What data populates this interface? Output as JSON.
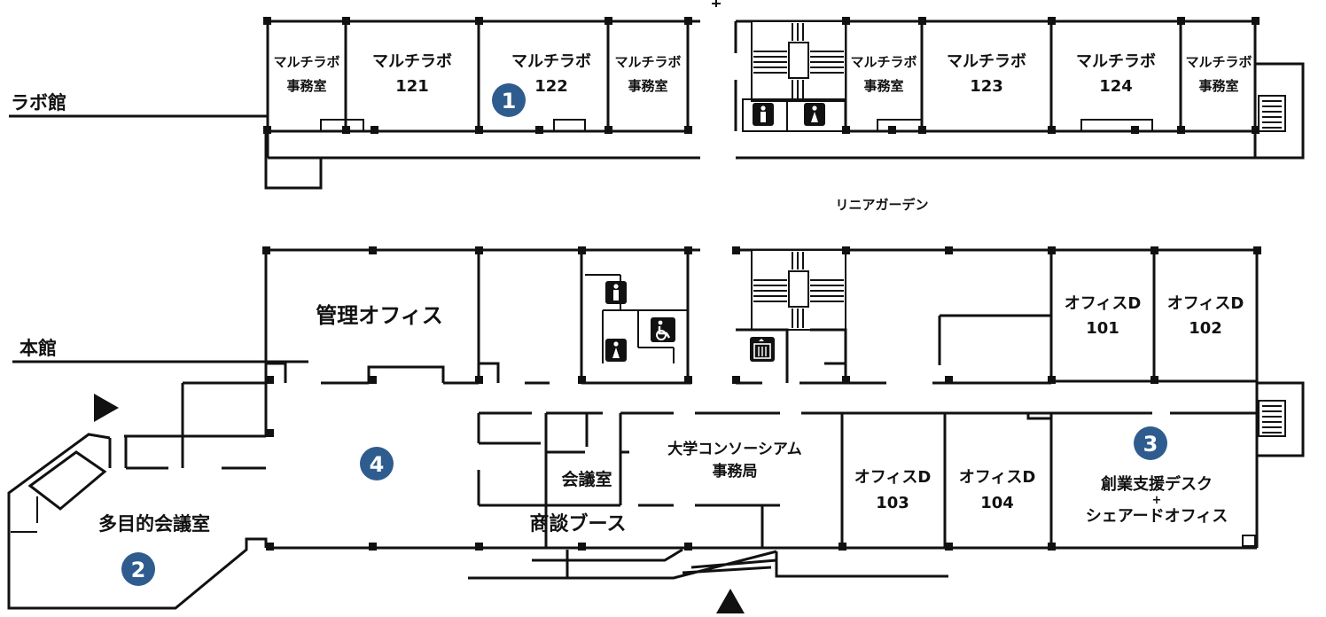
{
  "colors": {
    "lab_fill": "#f9eba6",
    "office_fill": "#f7d506",
    "badge": "#2f5c8e",
    "wall": "#111111"
  },
  "buildings": {
    "lab": "ラボ館",
    "main": "本館"
  },
  "courtyard": "リニアガーデン",
  "lab_rooms": {
    "office_left": [
      "マルチラボ",
      "事務室"
    ],
    "r121": [
      "マルチラボ",
      "121"
    ],
    "r122": [
      "マルチラボ",
      "122"
    ],
    "office_mid": [
      "マルチラボ",
      "事務室"
    ],
    "office_right1": [
      "マルチラボ",
      "事務室"
    ],
    "r123": [
      "マルチラボ",
      "123"
    ],
    "r124": [
      "マルチラボ",
      "124"
    ],
    "office_right2": [
      "マルチラボ",
      "事務室"
    ]
  },
  "main_rooms": {
    "management": "管理オフィス",
    "d101": [
      "オフィスD",
      "101"
    ],
    "d102": [
      "オフィスD",
      "102"
    ],
    "d103": [
      "オフィスD",
      "103"
    ],
    "d104": [
      "オフィスD",
      "104"
    ],
    "conference": "会議室",
    "consortium": [
      "大学コンソーシアム",
      "事務局"
    ],
    "business_booth": "商談ブース",
    "startup": [
      "創業支援デスク",
      "+",
      "シェアードオフィス"
    ],
    "multipurpose": "多目的会議室"
  },
  "markers": [
    "1",
    "2",
    "3",
    "4"
  ],
  "icons": {
    "toilet": "toilet-icon",
    "accessible": "wheelchair-icon",
    "elevator": "elevator-icon",
    "entrance": "entrance-arrow-icon"
  }
}
